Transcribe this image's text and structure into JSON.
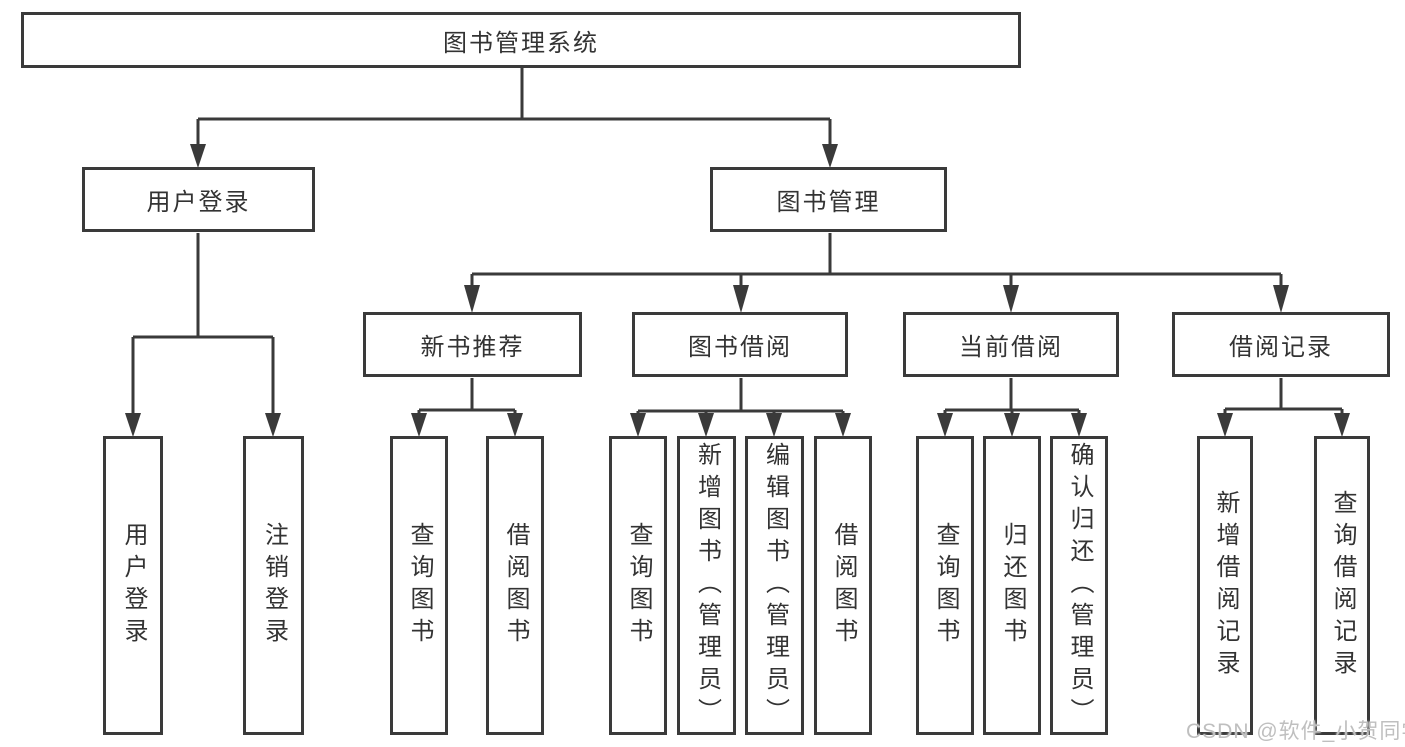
{
  "diagram": {
    "title": "图书管理系统",
    "branches": [
      {
        "label": "用户登录",
        "children": [
          "用户登录",
          "注销登录"
        ]
      },
      {
        "label": "图书管理",
        "sections": [
          {
            "label": "新书推荐",
            "children": [
              "查询图书",
              "借阅图书"
            ]
          },
          {
            "label": "图书借阅",
            "children": [
              "查询图书",
              "新增图书（管理员）",
              "编辑图书（管理员）",
              "借阅图书"
            ]
          },
          {
            "label": "当前借阅",
            "children": [
              "查询图书",
              "归还图书",
              "确认归还（管理员）"
            ]
          },
          {
            "label": "借阅记录",
            "children": [
              "新增借阅记录",
              "查询借阅记录"
            ]
          }
        ]
      }
    ]
  },
  "watermark": "CSDN @软件_小贺同学",
  "colors": {
    "line": "#3a3a3a",
    "text": "#333333",
    "watermark": "#bfbfbf",
    "background": "#ffffff"
  }
}
